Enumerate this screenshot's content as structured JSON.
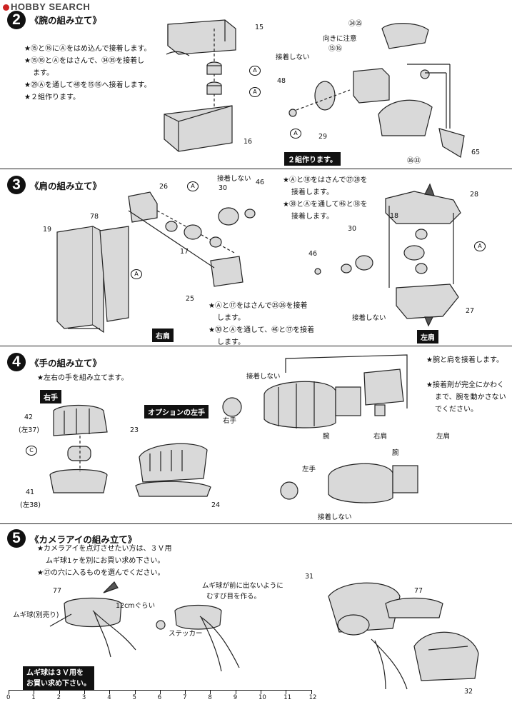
{
  "header": {
    "brand": "HOBBY SEARCH"
  },
  "step2": {
    "number": "2",
    "title": "《腕の組み立て》",
    "notes": [
      "★⑮と⑯にⒶをはめ込んで接着します。",
      "★⑮⑯とⒶをはさんで、㉞㉟を接着し",
      "ます。",
      "★㉙Ⓐを通して㊽を⑮⑯へ接着します。",
      "★２組作ります。"
    ],
    "labels": {
      "p15": "15",
      "p16": "16",
      "pA": "A",
      "pA2": "A",
      "p34_35": "㉞㉟",
      "direction": "向きに注意",
      "p15_16": "⑮⑯",
      "no_glue": "接着しない",
      "p48": "48",
      "pA3": "A",
      "p29": "29",
      "p36_33": "㊱㉝",
      "p65": "65"
    },
    "tag": "２組作ります。"
  },
  "step3": {
    "number": "3",
    "title": "《肩の組み立て》",
    "notes_right": [
      "★Ⓐと⑱をはさんで㉗㉘を",
      "接着します。",
      "★㉚とⒶを通して㊻と⑱を",
      "接着します。"
    ],
    "notes_bottom": [
      "★Ⓐと⑰をはさんで㉕㉖を接着",
      "します。",
      "★㉚とⒶを通して、㊻と⑰を接着",
      "します。"
    ],
    "labels": {
      "p26": "26",
      "pA": "A",
      "no_glue": "接着しない",
      "p30": "30",
      "p46": "46",
      "p78": "78",
      "p19": "19",
      "p17": "17",
      "p25": "25",
      "pA2": "A",
      "p28": "28",
      "p18": "18",
      "p30b": "30",
      "p46b": "46",
      "p27": "27",
      "no_glue2": "接着しない",
      "pA3": "A"
    },
    "tag_right_shoulder": "右肩",
    "tag_left_shoulder": "左肩"
  },
  "step4": {
    "number": "4",
    "title": "《手の組み立て》",
    "note_left": "★左右の手を組み立てます。",
    "tag_right_hand": "右手",
    "tag_option": "オプションの左手",
    "labels": {
      "p42": "42",
      "p42b": "(左37)",
      "pC": "C",
      "p41": "41",
      "p41b": "(左38)",
      "p23": "23",
      "p24": "24",
      "no_glue": "接着しない",
      "right_hand": "右手",
      "arm": "腕",
      "right_shoulder": "右肩",
      "left_shoulder": "左肩",
      "arm2": "腕",
      "left_hand": "左手",
      "no_glue2": "接着しない"
    },
    "notes_right": [
      "★腕と肩を接着します。",
      "★接着剤が完全にかわく",
      "まで、腕を動かさない",
      "でください。"
    ]
  },
  "step5": {
    "number": "5",
    "title": "《カメラアイの組み立て》",
    "notes": [
      "★カメラアイを点灯させたい方は、３Ｖ用",
      "ムギ球1ヶを別にお買い求め下さい。",
      "★㉗の穴に入るものを選んでください。"
    ],
    "labels": {
      "p77": "77",
      "bulb": "ムギ球(別売り)",
      "wire": "12cmぐらい",
      "knot1": "ムギ球が前に出ないように",
      "knot2": "むすび目を作る。",
      "sticker": "ステッカー",
      "p31": "31",
      "p77b": "77",
      "p32": "32"
    },
    "tag_line1": "ムギ球は３Ｖ用を",
    "tag_line2": "お買い求め下さい。"
  },
  "ruler": [
    "0",
    "1",
    "2",
    "3",
    "4",
    "5",
    "6",
    "7",
    "8",
    "9",
    "10",
    "11",
    "12"
  ]
}
